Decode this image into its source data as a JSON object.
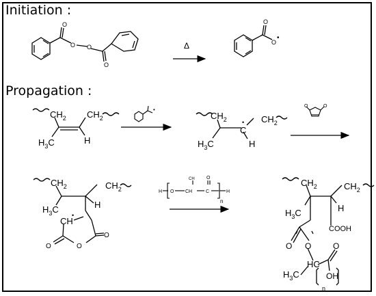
{
  "headings": {
    "initiation": "Initiation :",
    "propagation": "Propagation :"
  },
  "labels": {
    "heat": "Δ",
    "ch2": "CH",
    "h3c": "H",
    "sub2": "2",
    "sub3": "3",
    "c": "C",
    "h": "H",
    "c_radical": "C",
    "h_o": "H",
    "o": "O",
    "ch_label": "CH",
    "ch3": "CH",
    "c_peg": "C",
    "n": "n",
    "cooh": "COOH",
    "hc": "HC",
    "oh": "OH",
    "h_peg": "H",
    "rad_dot": "•"
  }
}
